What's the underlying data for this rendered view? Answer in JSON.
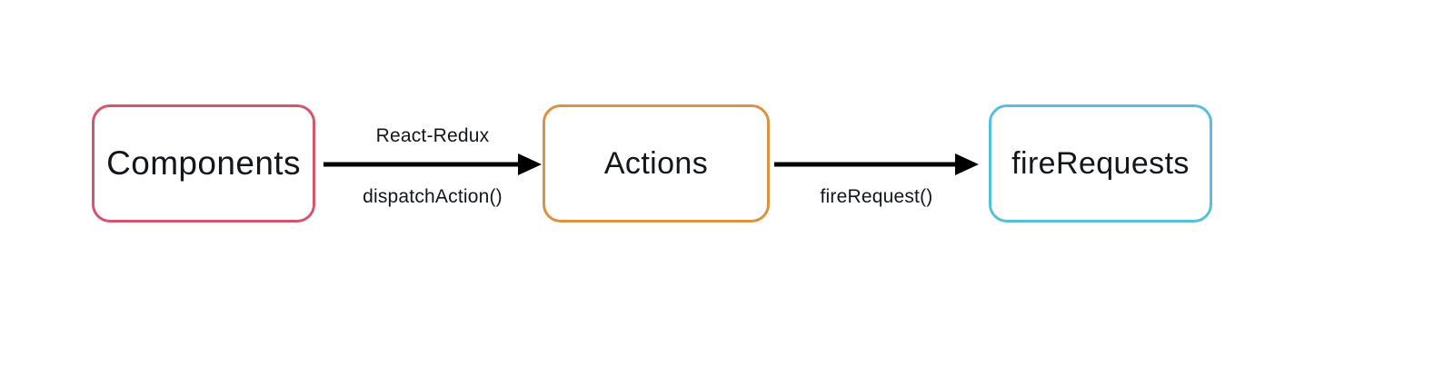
{
  "diagram": {
    "type": "flow-diagram",
    "background_color": "#ffffff",
    "nodes": [
      {
        "id": "components",
        "label": "Components",
        "border_color": "#d6546c",
        "fill_color": "#ffffff"
      },
      {
        "id": "actions",
        "label": "Actions",
        "border_color": "#dd9240",
        "fill_color": "#ffffff"
      },
      {
        "id": "firerequests",
        "label": "fireRequests",
        "border_color": "#56c0db",
        "fill_color": "#ffffff"
      }
    ],
    "edges": [
      {
        "id": "edge-1",
        "from": "components",
        "to": "actions",
        "label_top": "React-Redux",
        "label_bottom": "dispatchAction()",
        "color": "#000000",
        "arrowhead": "solid-triangle"
      },
      {
        "id": "edge-2",
        "from": "actions",
        "to": "firerequests",
        "label_top": "",
        "label_bottom": "fireRequest()",
        "color": "#000000",
        "arrowhead": "solid-triangle"
      }
    ]
  }
}
